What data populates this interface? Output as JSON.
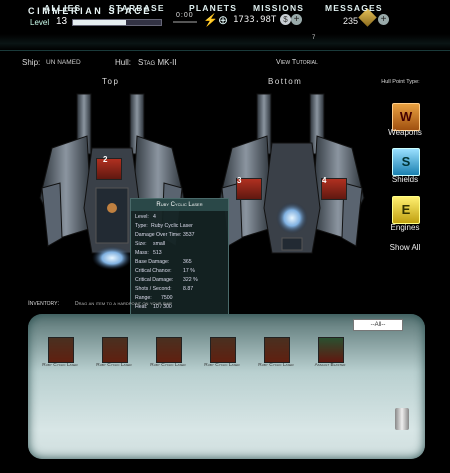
{
  "game": {
    "title": "CIMMERIAN SPACE",
    "level_label": "Level",
    "level": "13",
    "xp_fraction": 0.6
  },
  "stats": {
    "timer": "0:00",
    "energy_icon": "lightning-icon",
    "credits": "1733.98T",
    "gold": "235"
  },
  "nav": {
    "items": [
      "ALLIES",
      "STARBASE",
      "PLANETS",
      "MISSIONS",
      "MESSAGES"
    ],
    "missions_badge": "7"
  },
  "ship_info": {
    "ship_label": "Ship:",
    "ship_name": "UN NAMED",
    "hull_label": "Hull:",
    "hull_name": "Stag MK-II",
    "tutorial": "View Tutorial"
  },
  "views": {
    "top": "Top",
    "bottom": "Bottom"
  },
  "hardpoint": {
    "label": "Hull Point Type:",
    "filters": [
      "Weapons",
      "Shields",
      "Engines"
    ],
    "show_all": "Show All",
    "icon_letters": [
      "W",
      "S",
      "E"
    ]
  },
  "ship_slots": {
    "top": "2",
    "bottom_left": "3",
    "bottom_right": "4"
  },
  "tooltip": {
    "title": "Ruby Cyclic Laser",
    "rows": [
      {
        "label": "Level:",
        "value": "4"
      },
      {
        "label": "Type:",
        "value": "Ruby Cyclic Laser"
      },
      {
        "label": "Damage Over Time:",
        "value": "3537"
      },
      {
        "label": "Size:",
        "value": "small"
      },
      {
        "label": "Mass:",
        "value": "513"
      },
      {
        "label": "Base Damage:",
        "value": "365"
      },
      {
        "label": "Critical Chance:",
        "value": "17 %"
      },
      {
        "label": "Critical Damage:",
        "value": "322 %"
      },
      {
        "label": "Shots / Second:",
        "value": "8.87"
      },
      {
        "label": "Range:",
        "value": "7500"
      },
      {
        "label": "Heat:",
        "value": "10 / 300"
      }
    ]
  },
  "inventory": {
    "label": "Inventory:",
    "hint": "Drag an item to a hardpoint on your ship",
    "filter": "--All--",
    "items": [
      "Ruby Cyclic Laser",
      "Ruby Cyclic Laser",
      "Ruby Cyclic Laser",
      "Ruby Cyclic Laser",
      "Ruby Cyclic Laser",
      "Assault Blaster"
    ]
  },
  "colors": {
    "accent": "#6fe0e0",
    "weapon": "#d07a20",
    "shield": "#2aa0c8",
    "engine": "#e0c020"
  }
}
